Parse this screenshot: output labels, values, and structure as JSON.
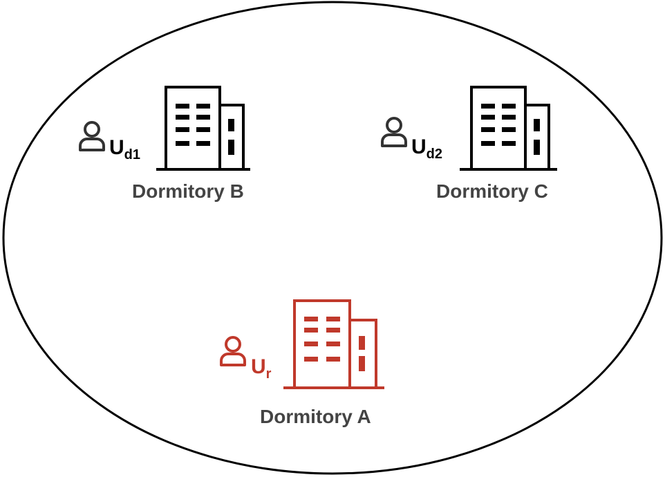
{
  "colors": {
    "ink": "#000000",
    "accent": "#c0392b",
    "user_icon_dark": "#333333",
    "dorm_label": "#444444"
  },
  "dormitories": [
    {
      "id": "B",
      "name": "Dormitory B",
      "user_main": "U",
      "user_sub": "d1",
      "icon": "building-icon",
      "highlight": false
    },
    {
      "id": "C",
      "name": "Dormitory C",
      "user_main": "U",
      "user_sub": "d2",
      "icon": "building-icon",
      "highlight": false
    },
    {
      "id": "A",
      "name": "Dormitory A",
      "user_main": "U",
      "user_sub": "r",
      "icon": "building-icon",
      "highlight": true
    }
  ]
}
